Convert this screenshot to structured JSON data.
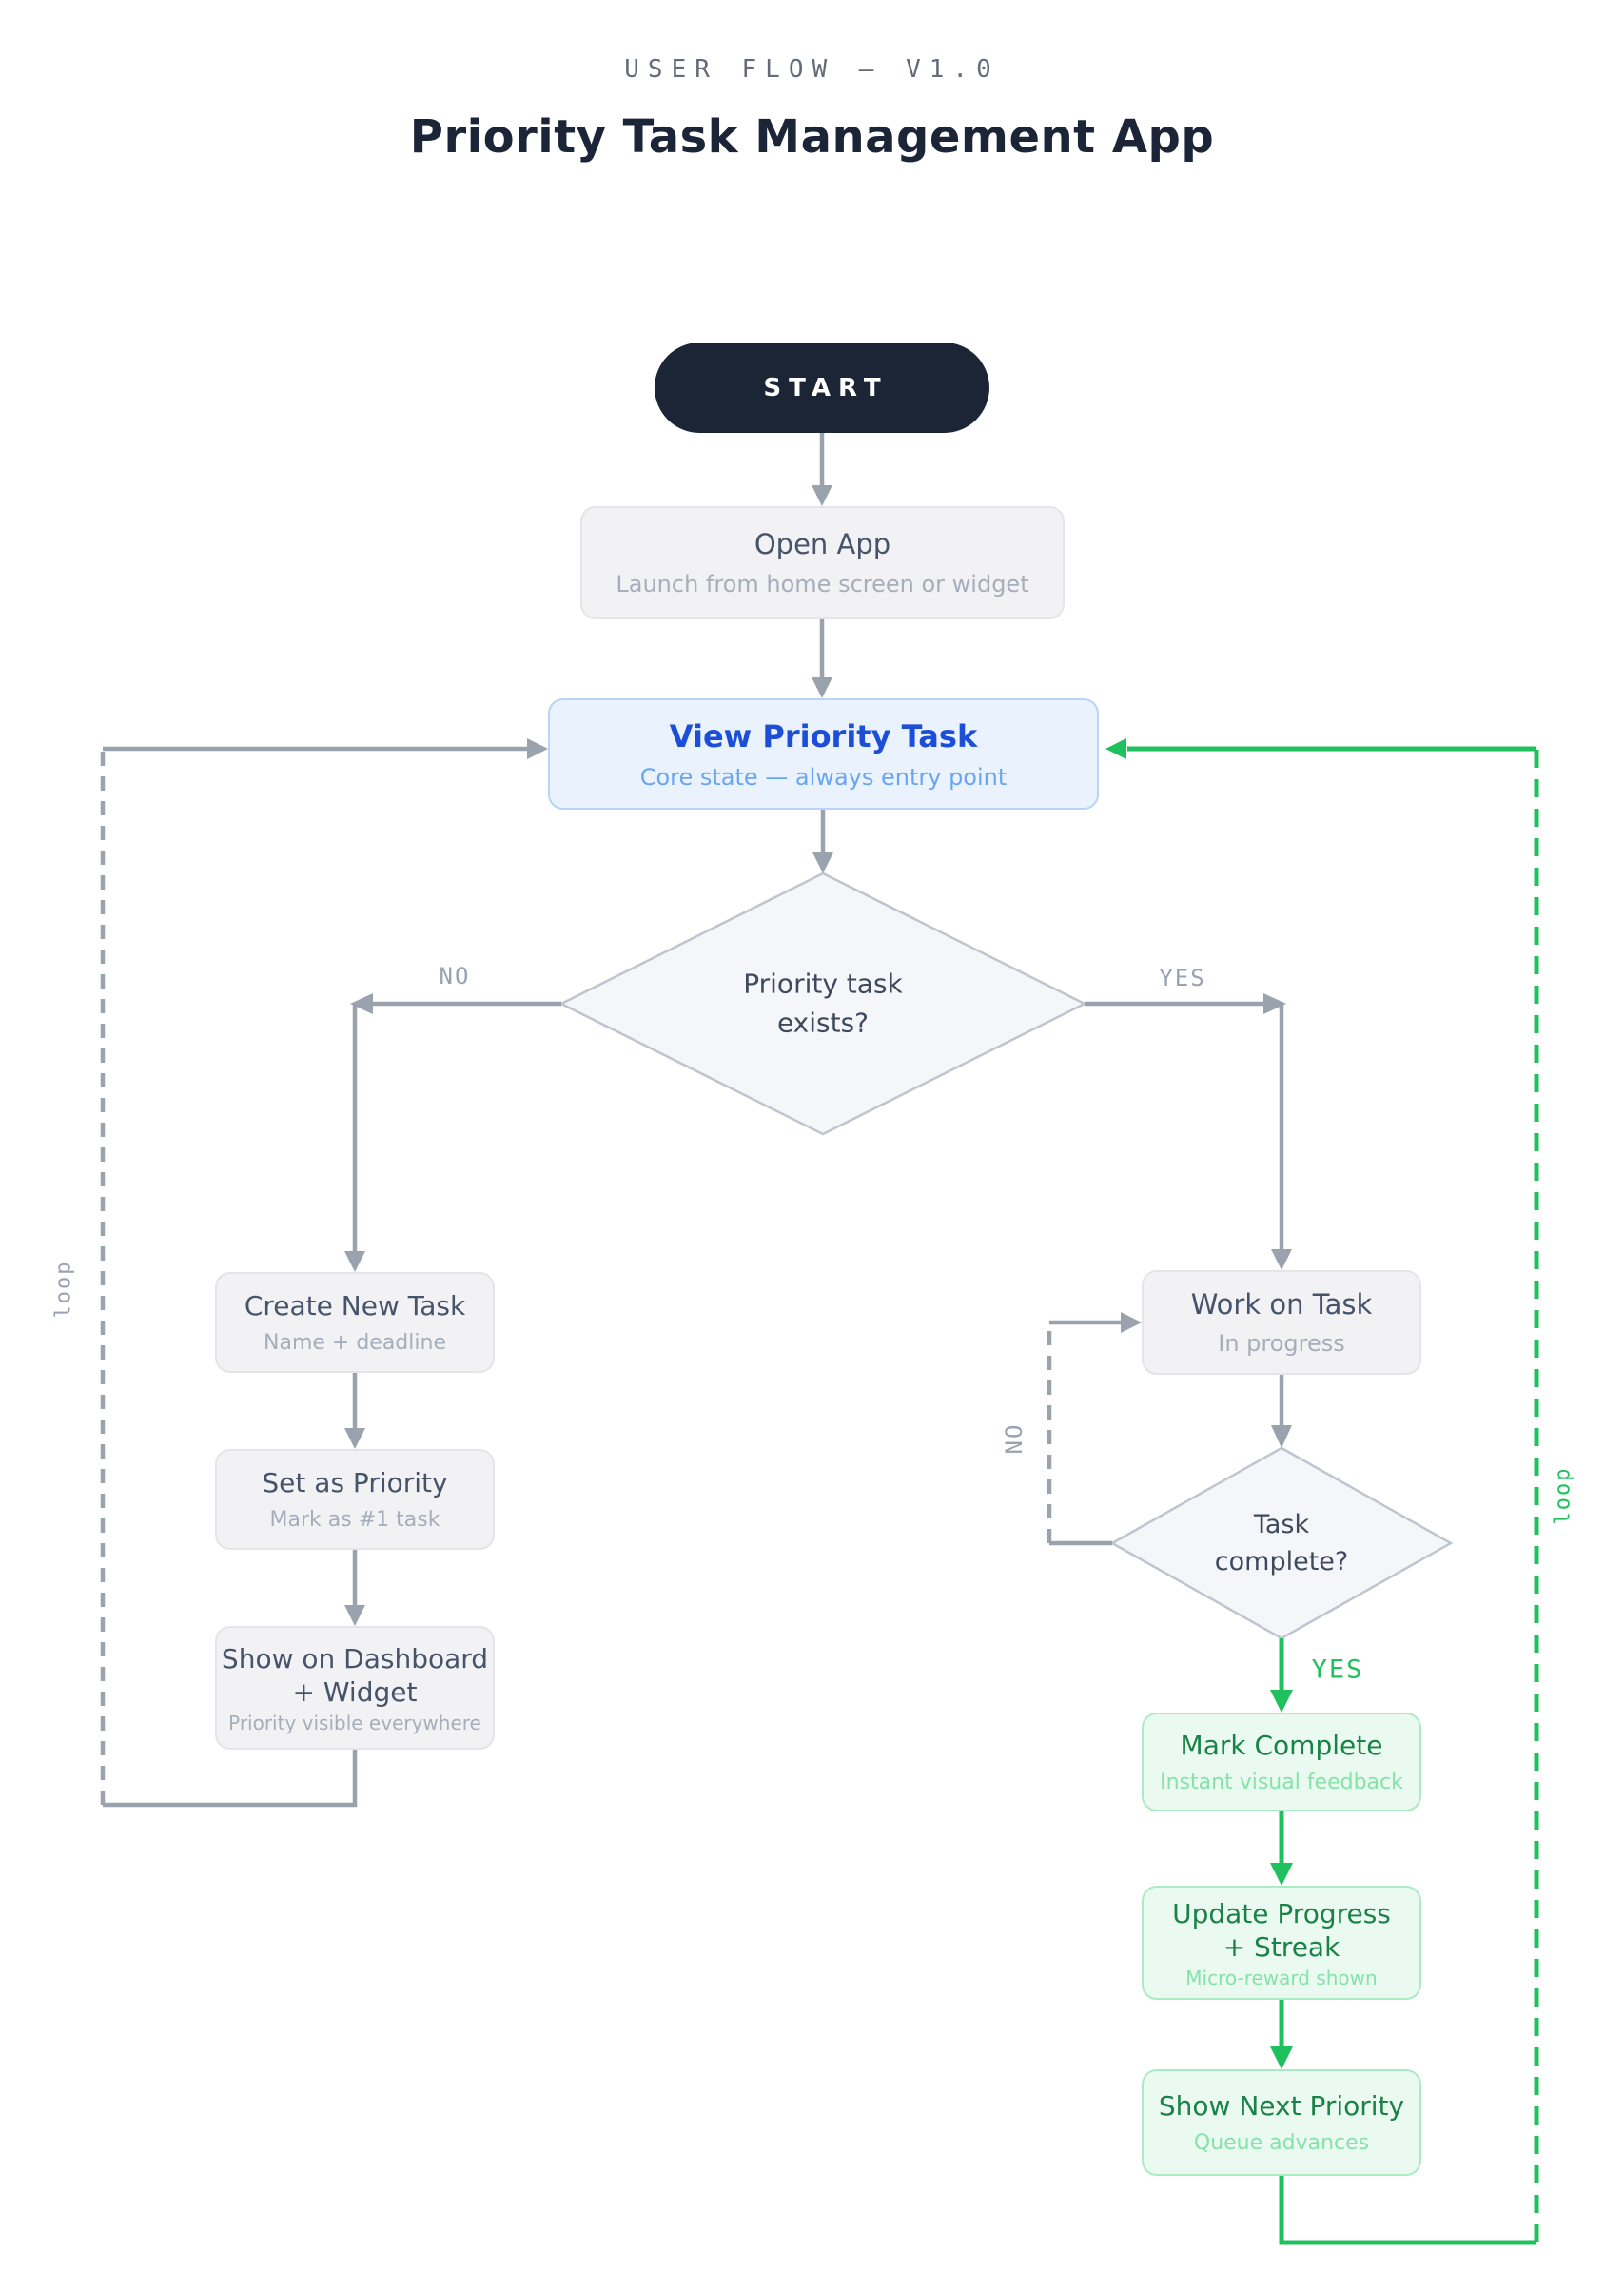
{
  "header": {
    "eyebrow": "USER FLOW — V1.0",
    "title": "Priority Task Management App"
  },
  "nodes": {
    "start": {
      "label": "START"
    },
    "open_app": {
      "title": "Open App",
      "subtitle": "Launch from home screen or widget"
    },
    "view_priority": {
      "title": "View Priority Task",
      "subtitle": "Core state — always entry point"
    },
    "decision_exists": {
      "line1": "Priority task",
      "line2": "exists?"
    },
    "create_task": {
      "title": "Create New Task",
      "subtitle": "Name + deadline"
    },
    "set_priority": {
      "title": "Set as Priority",
      "subtitle": "Mark as #1 task"
    },
    "show_dashboard": {
      "title_line1": "Show on Dashboard",
      "title_line2": "+ Widget",
      "subtitle": "Priority visible everywhere"
    },
    "work_task": {
      "title": "Work on Task",
      "subtitle": "In progress"
    },
    "decision_complete": {
      "line1": "Task",
      "line2": "complete?"
    },
    "mark_complete": {
      "title": "Mark Complete",
      "subtitle": "Instant visual feedback"
    },
    "update_progress": {
      "title_line1": "Update Progress",
      "title_line2": "+ Streak",
      "subtitle": "Micro-reward shown"
    },
    "show_next": {
      "title": "Show Next Priority",
      "subtitle": "Queue advances"
    }
  },
  "labels": {
    "no_branch": "NO",
    "yes_branch": "YES",
    "no_loop": "NO",
    "yes_complete": "YES",
    "loop_left": "loop",
    "loop_right": "loop"
  },
  "colors": {
    "start_bg": "#1b2535",
    "accent_blue": "#1d4ed8",
    "blue_node_bg": "#e9f2fd",
    "blue_node_border": "#b9d4f4",
    "gray_node_bg": "#f2f2f4",
    "gray_node_border": "#e4e4e9",
    "green_node_bg": "#eafaf0",
    "green_node_border": "#a9ecc3",
    "green_title": "#1a8248",
    "green_line": "#1fc05e",
    "gray_line": "#9aa2ae",
    "diamond_fill": "#f5f6f9",
    "diamond_border": "#bfc5cf"
  }
}
